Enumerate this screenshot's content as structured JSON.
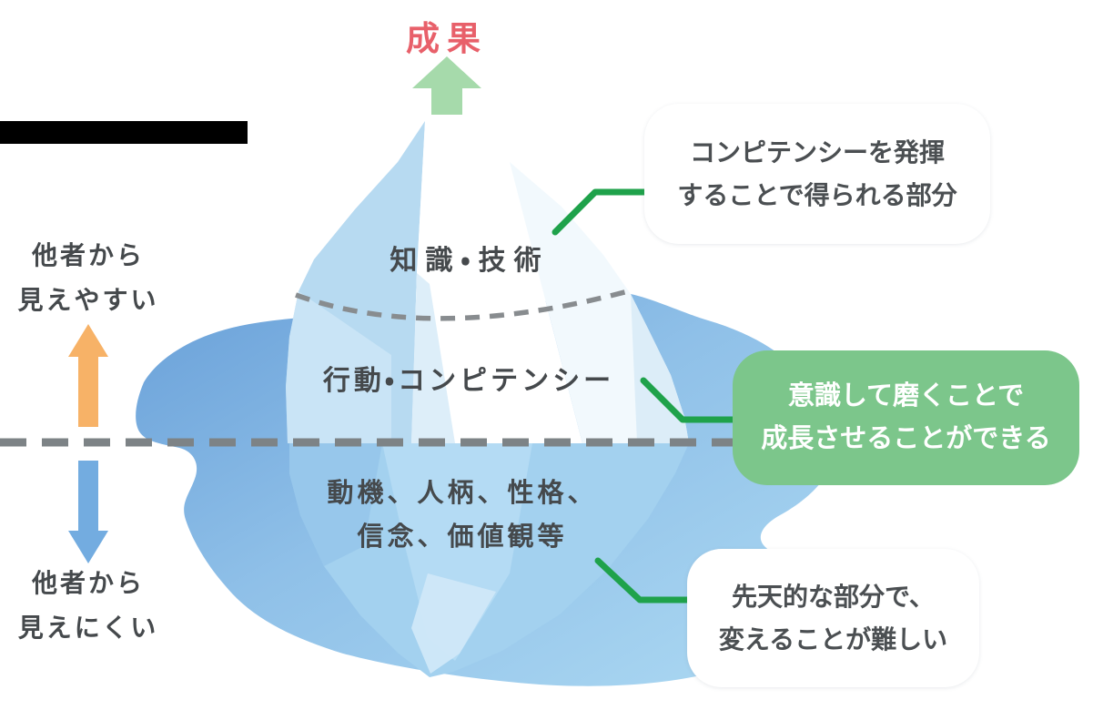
{
  "outcome": {
    "label": "成果"
  },
  "visibility": {
    "high": {
      "line1": "他者から",
      "line2": "見えやすい"
    },
    "low": {
      "line1": "他者から",
      "line2": "見えにくい"
    }
  },
  "iceberg": {
    "tip_label": "知識・技術",
    "middle_label": "行動・コンピテンシー",
    "deep_label_line1": "動機、人柄、性格、",
    "deep_label_line2": "信念、価値観等"
  },
  "callouts": {
    "tip": {
      "line1": "コンピテンシーを発揮",
      "line2": "することで得られる部分"
    },
    "middle": {
      "line1": "意識して磨くことで",
      "line2": "成長させることができる"
    },
    "deep": {
      "line1": "先天的な部分で、",
      "line2": "変えることが難しい"
    }
  },
  "icons": {
    "outcome_arrow": "up-block-arrow",
    "visibility_up_arrow": "up-block-arrow",
    "visibility_down_arrow": "down-block-arrow"
  },
  "colors": {
    "outcome_text": "#E8606A",
    "outcome_arrow": "#A6DAAB",
    "visibility_up_arrow": "#F7B267",
    "visibility_down_arrow": "#73ACE0",
    "connector_green": "#1FA24B",
    "callout_green_bg": "#7CC68B",
    "callout_text": "#4B4F52",
    "label_text": "#45494C",
    "dash_gray": "#7D8386",
    "water_dark": "#6FA5DB",
    "water_light": "#A9D6F1",
    "iceberg_white": "#FFFFFF",
    "iceberg_blue": "#B7DAF1"
  }
}
